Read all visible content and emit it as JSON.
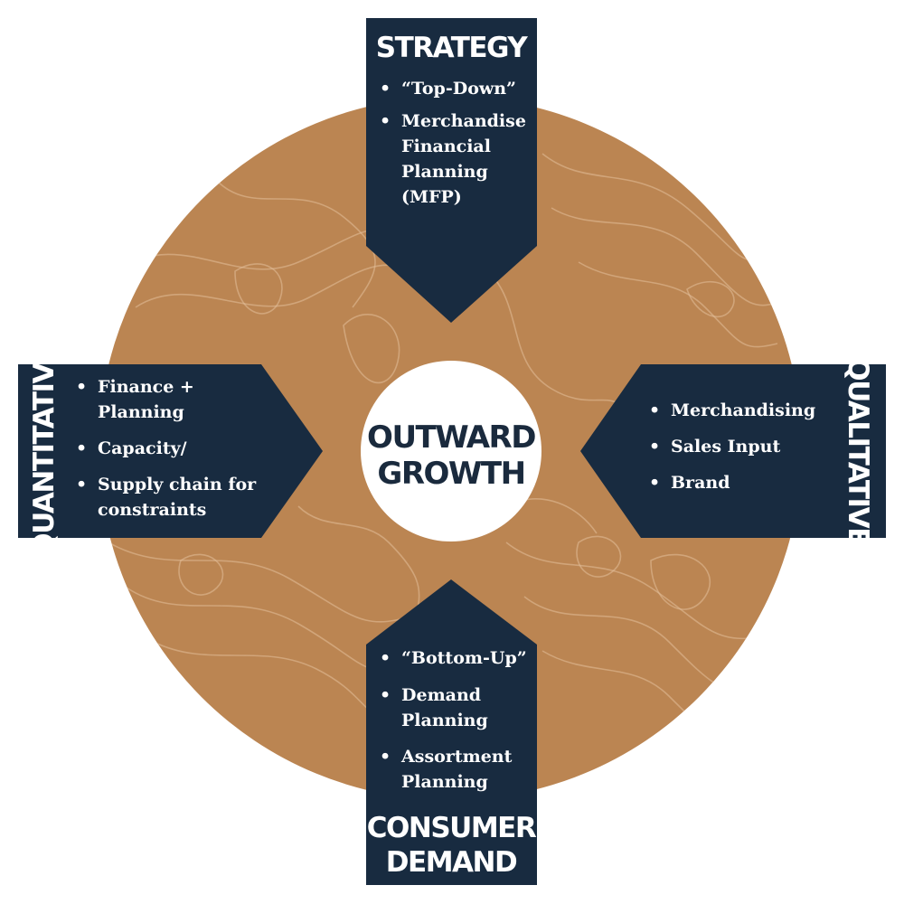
{
  "center": {
    "line1": "OUTWARD",
    "line2": "GROWTH"
  },
  "strategy": {
    "title": "STRATEGY",
    "bullets": [
      [
        "“Top-Down”"
      ],
      [
        "Merchandise",
        "Financial",
        "Planning",
        "(MFP)"
      ]
    ]
  },
  "quantitative": {
    "title": "QUANTITATIVE",
    "bullets": [
      [
        "Finance +",
        "Planning"
      ],
      [
        "Capacity/"
      ],
      [
        "Supply chain for",
        "constraints"
      ]
    ]
  },
  "qualitative": {
    "title": "QUALITATIVE",
    "bullets": [
      [
        "Merchandising"
      ],
      [
        "Sales Input"
      ],
      [
        "Brand"
      ]
    ]
  },
  "consumer_demand": {
    "title_line1": "CONSUMER",
    "title_line2": "DEMAND",
    "bullets": [
      [
        "“Bottom-Up”"
      ],
      [
        "Demand",
        "Planning"
      ],
      [
        "Assortment",
        "Planning"
      ]
    ]
  },
  "colors": {
    "navy": "#182b40",
    "copper": "#bb8552",
    "contour": "#e3c09b",
    "white": "#ffffff"
  }
}
